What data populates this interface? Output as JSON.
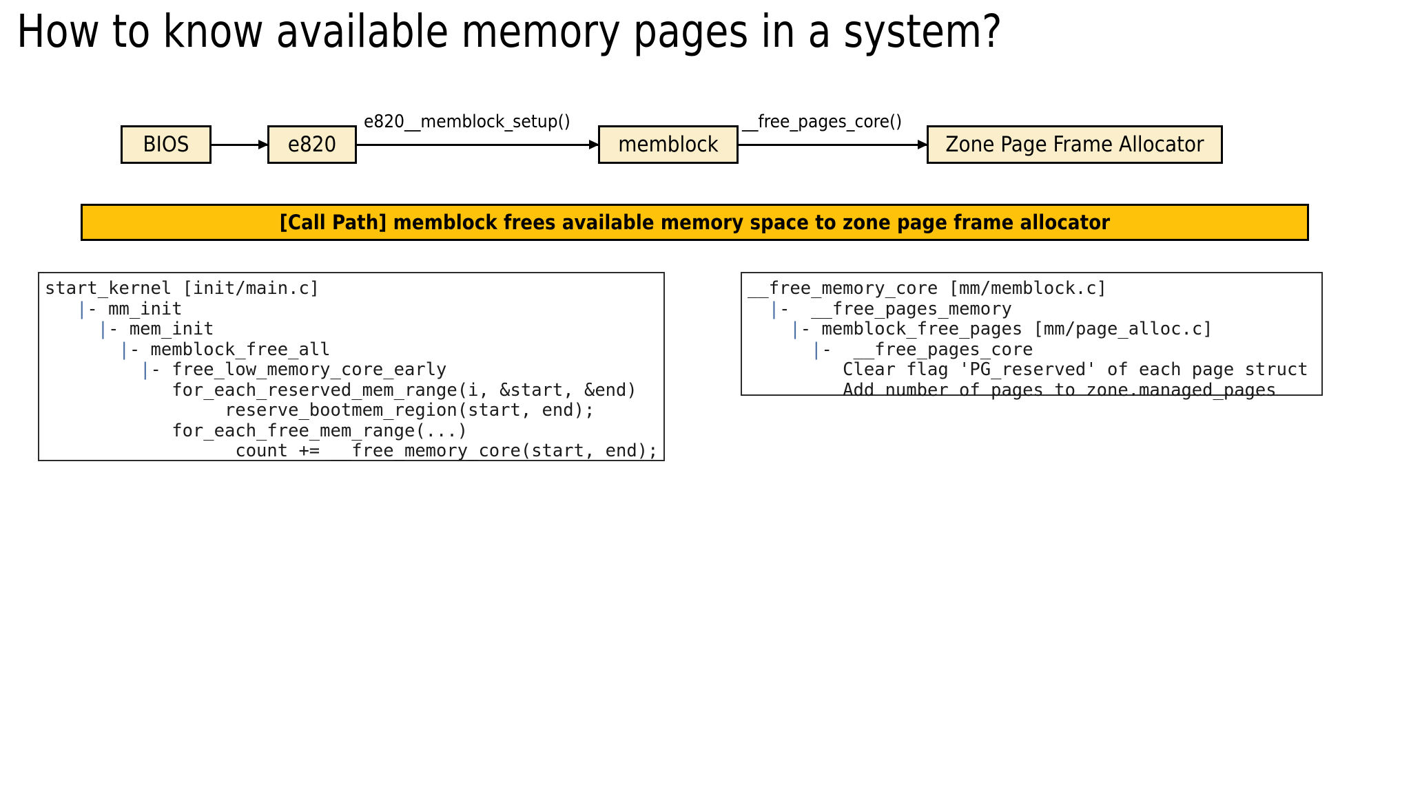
{
  "title": "How to know available memory pages in a system?",
  "flow": {
    "boxes": [
      {
        "id": "bios",
        "label": "BIOS"
      },
      {
        "id": "e820",
        "label": "e820"
      },
      {
        "id": "memblock",
        "label": "memblock"
      },
      {
        "id": "zone",
        "label": "Zone Page Frame Allocator"
      }
    ],
    "arrow_labels": [
      "e820__memblock_setup()",
      "__free_pages_core()"
    ]
  },
  "banner": {
    "text": "[Call Path] memblock frees available memory space to zone page frame allocator",
    "background_color": "#ffc20a",
    "border_color": "#000000"
  },
  "code_left": {
    "lines": [
      "start_kernel [init/main.c]",
      "   |- mm_init",
      "     |- mem_init",
      "       |- memblock_free_all",
      "         |- free_low_memory_core_early",
      "            for_each_reserved_mem_range(i, &start, &end)",
      "                 reserve_bootmem_region(start, end);",
      "            for_each_free_mem_range(...)",
      "                  count += __free_memory_core(start, end);"
    ]
  },
  "code_right": {
    "lines": [
      "__free_memory_core [mm/memblock.c]",
      "  |-  __free_pages_memory",
      "    |- memblock_free_pages [mm/page_alloc.c]",
      "      |-  __free_pages_core",
      "         Clear flag 'PG_reserved' of each page struct",
      "         Add number of pages to zone.managed_pages"
    ]
  },
  "colors": {
    "box_fill": "#fbeeca",
    "box_border": "#000000",
    "banner_fill": "#ffc20a",
    "pipe_color": "#4a6fa5",
    "text": "#000000",
    "page_background": "#ffffff"
  }
}
